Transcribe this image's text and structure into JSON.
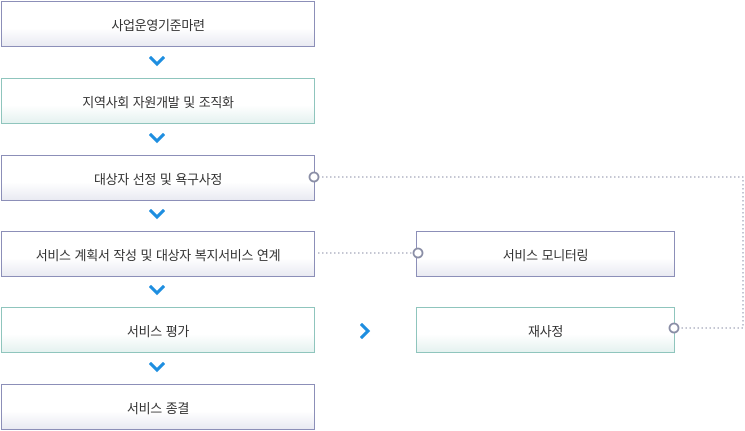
{
  "steps": [
    {
      "label": "사업운영기준마련"
    },
    {
      "label": "지역사회 자원개발 및 조직화"
    },
    {
      "label": "대상자 선정 및 욕구사정"
    },
    {
      "label": "서비스 계획서 작성 및  대상자 복지서비스 연계"
    },
    {
      "label": "서비스 평가"
    },
    {
      "label": "서비스 종결"
    }
  ],
  "side": {
    "monitoring": "서비스 모니터링",
    "reassessment": "재사정"
  },
  "colors": {
    "purple_border": "#8c8fb8",
    "teal_border": "#8fc5bd",
    "arrow": "#1e8ee0",
    "connector": "#8a8ea6"
  }
}
